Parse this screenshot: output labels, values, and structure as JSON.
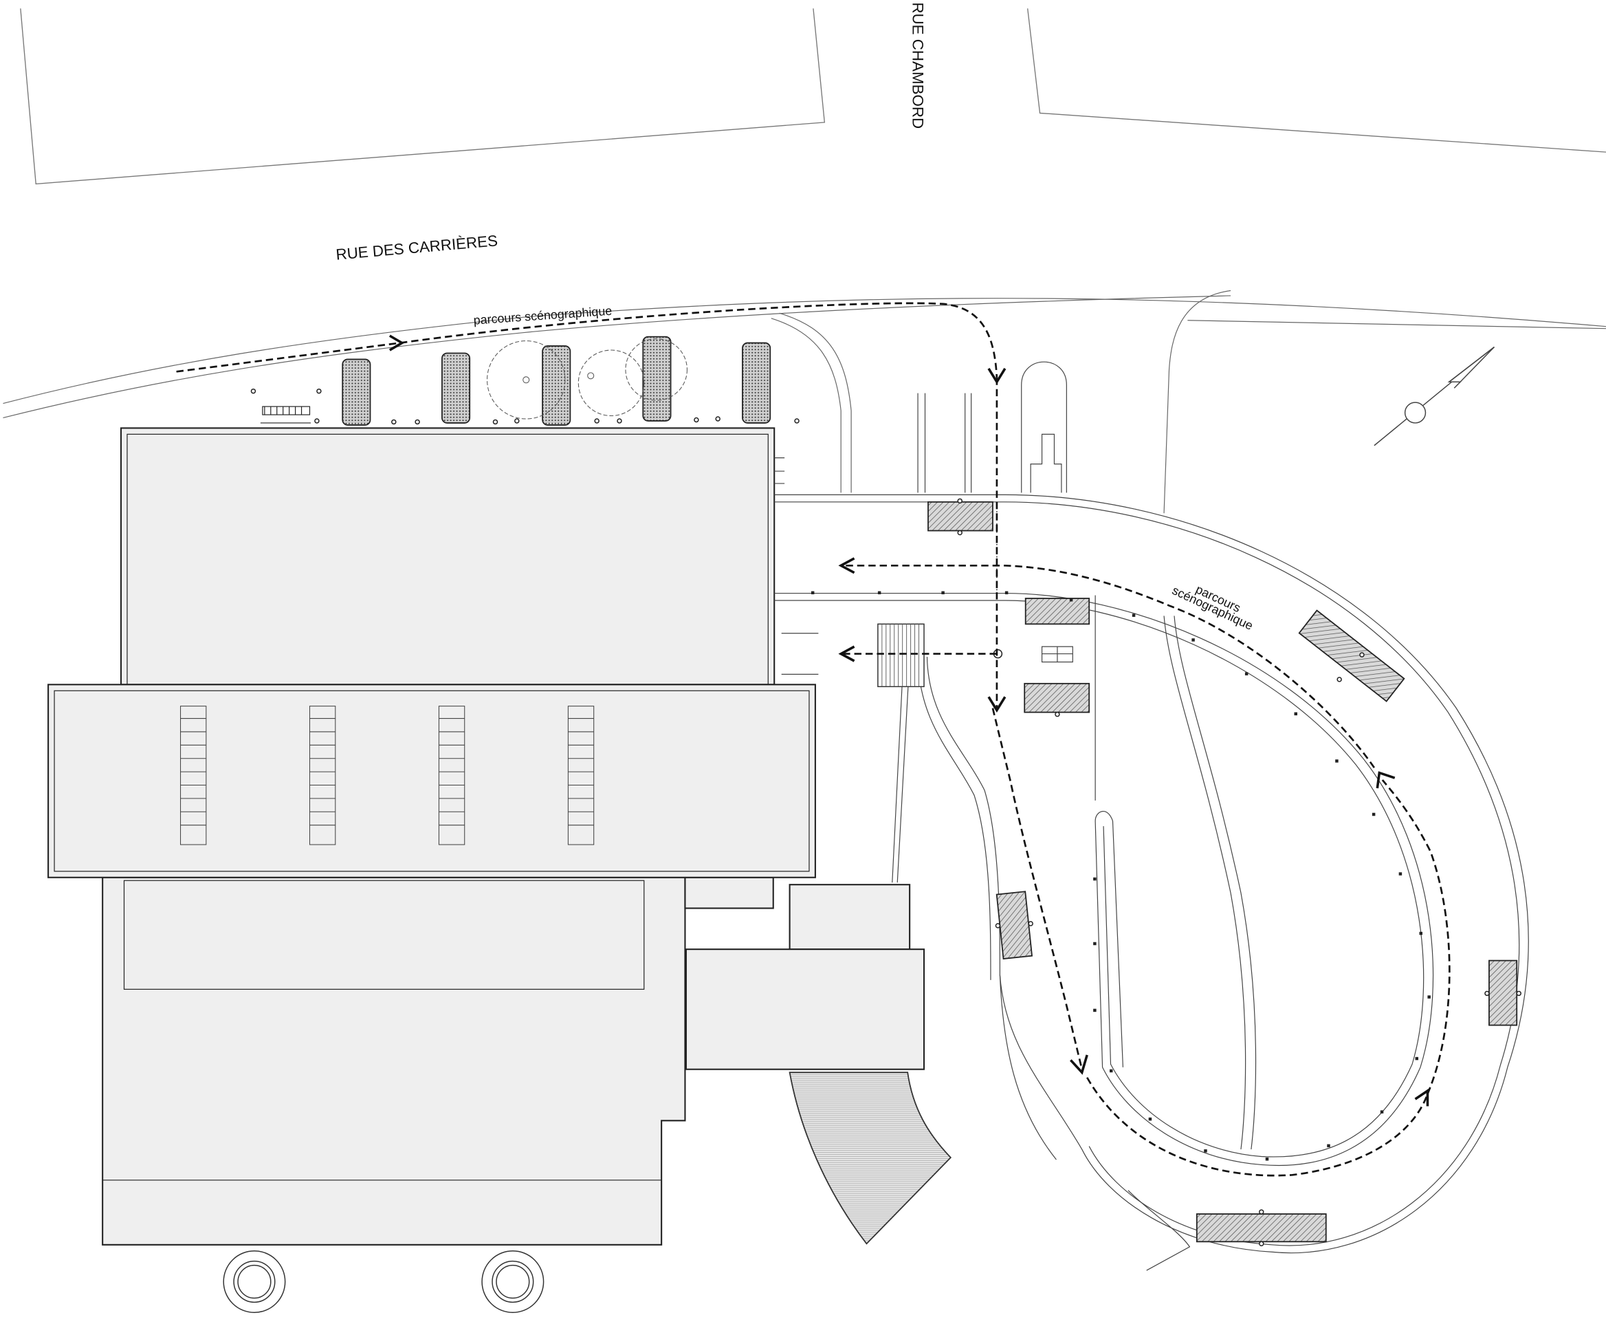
{
  "labels": {
    "street_north": "RUE DES CARRIÈRES",
    "street_east": "RUE CHAMBORD",
    "route_top": "parcours scénographique",
    "route_loop_line1": "parcours",
    "route_loop_line2": "scénographique"
  },
  "colors": {
    "building_fill": "#efefef",
    "line": "#222222",
    "paper": "#ffffff",
    "hatch": "#9a9a9a"
  },
  "icons": [
    "north-arrow-icon",
    "route-arrow-icon"
  ]
}
